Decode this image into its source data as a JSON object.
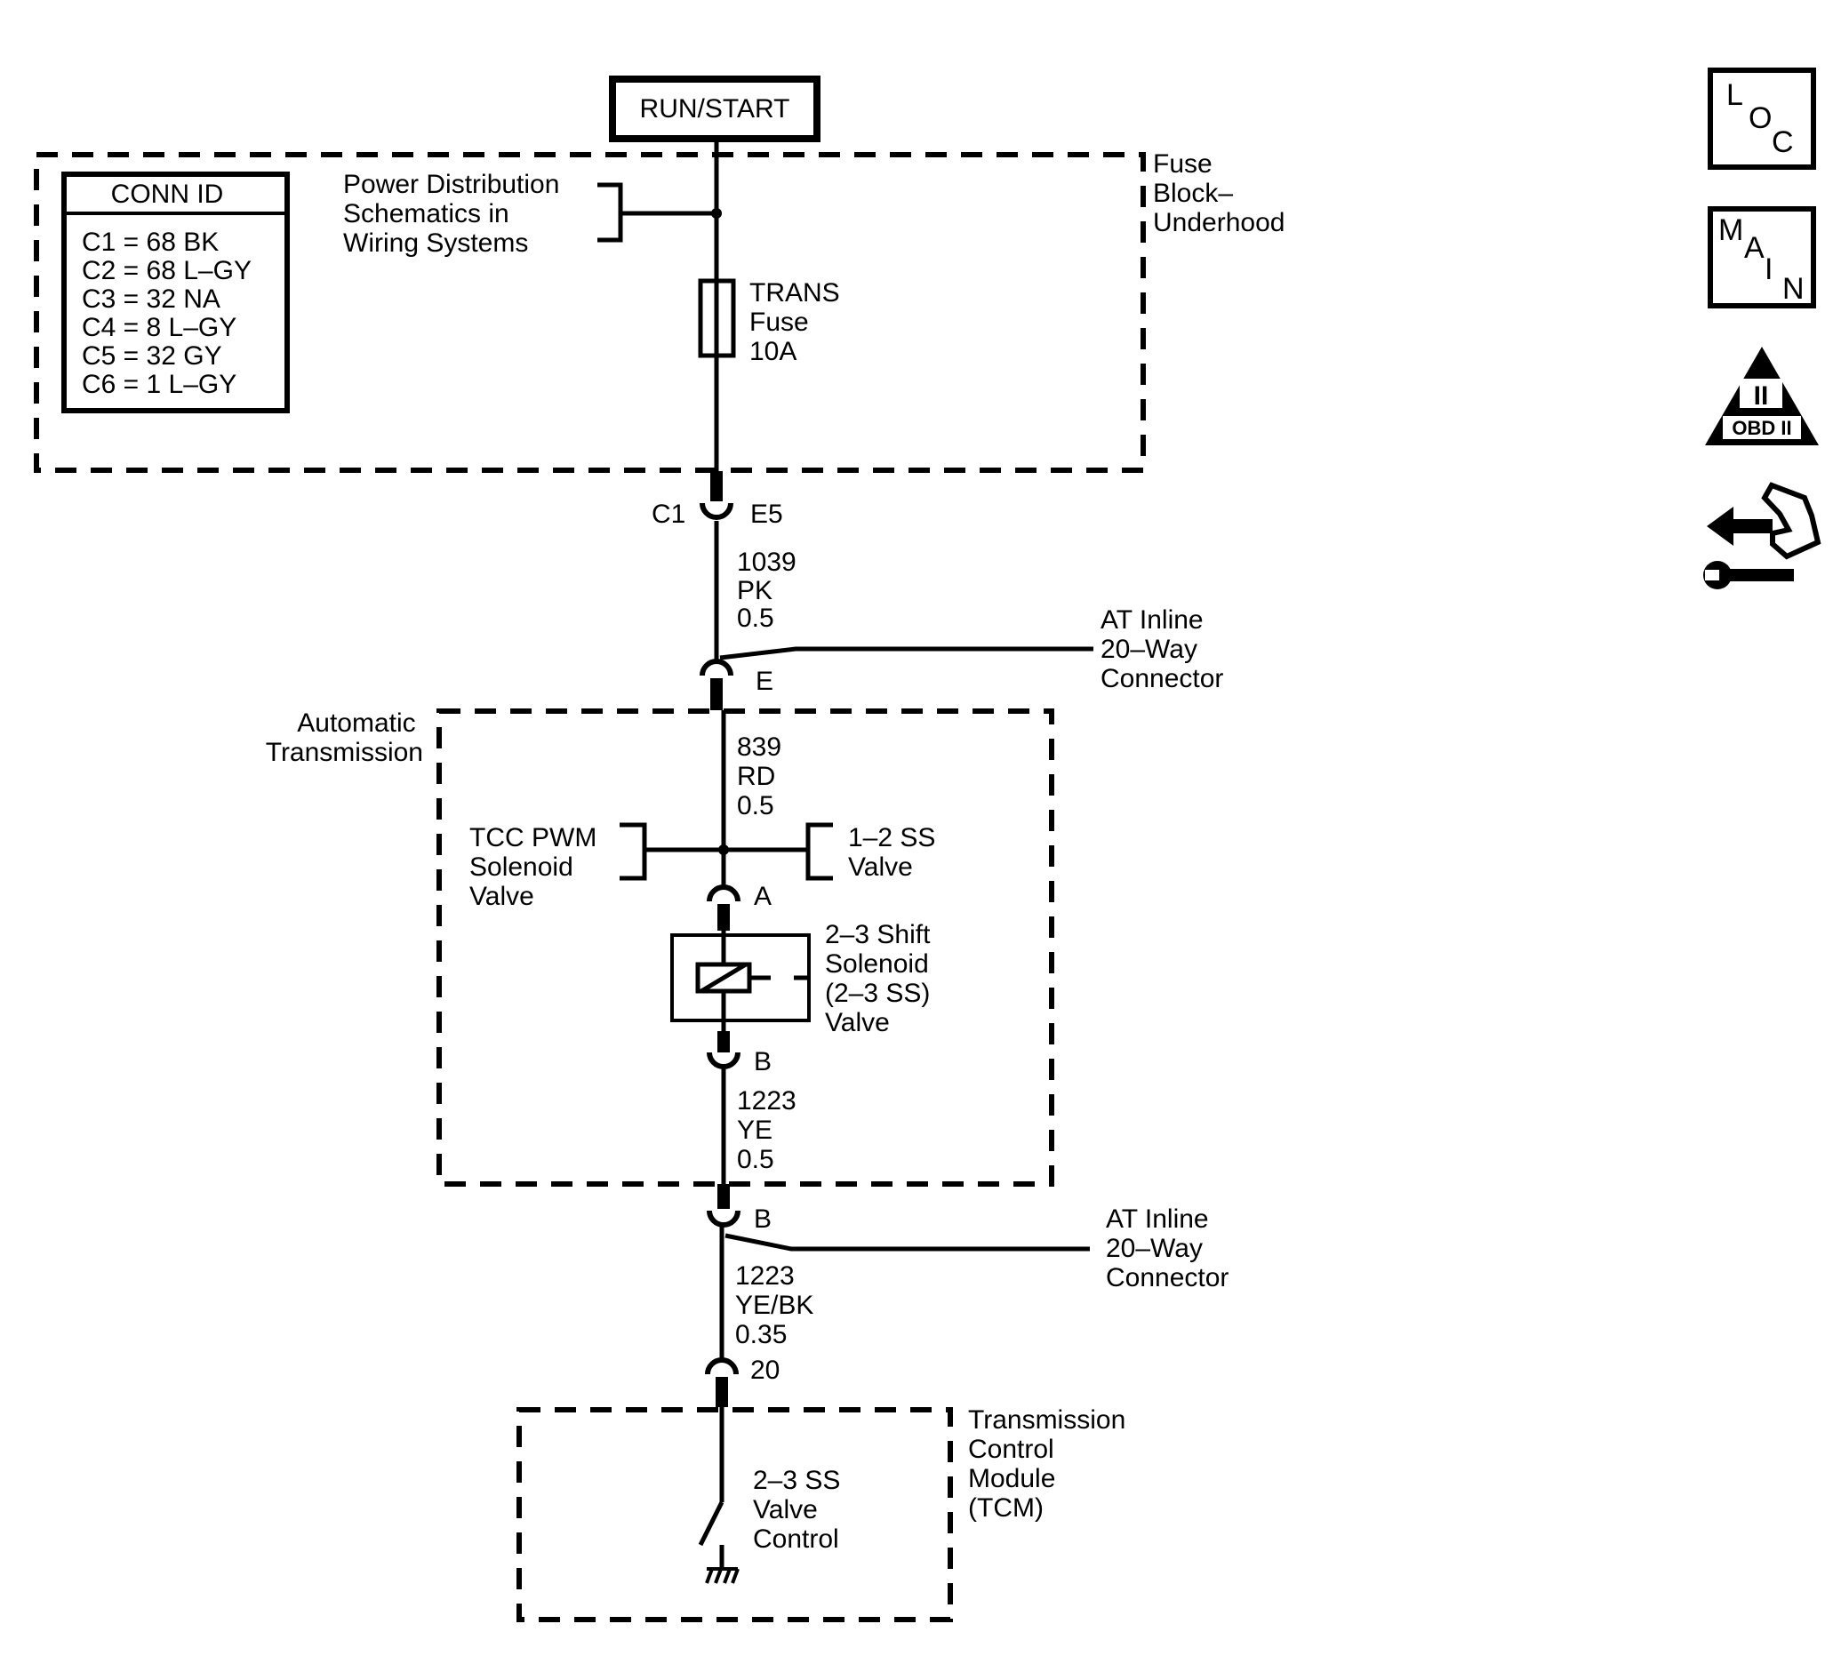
{
  "power_source": "RUN/START",
  "conn_id": {
    "title": "CONN ID",
    "rows": [
      "C1 = 68 BK",
      "C2 = 68 L–GY",
      "C3 = 32 NA",
      "C4 = 8 L–GY",
      "C5 = 32 GY",
      "C6 = 1 L–GY"
    ]
  },
  "power_distribution_ref": [
    "Power Distribution",
    "Schematics in",
    "Wiring Systems"
  ],
  "fuse_block": [
    "Fuse",
    "Block–",
    "Underhood"
  ],
  "fuse": [
    "TRANS",
    "Fuse",
    "10A"
  ],
  "connector_c1": {
    "left": "C1",
    "right": "E5"
  },
  "wire_1": [
    "1039",
    "PK",
    "0.5"
  ],
  "inline_connector_1": {
    "label": [
      "AT Inline",
      "20–Way",
      "Connector"
    ],
    "pin": "E"
  },
  "automatic_transmission": [
    "Automatic",
    "Transmission"
  ],
  "wire_2": [
    "839",
    "RD",
    "0.5"
  ],
  "tcc_pwm": [
    "TCC PWM",
    "Solenoid",
    "Valve"
  ],
  "ss_12": [
    "1–2 SS",
    "Valve"
  ],
  "pin_a": "A",
  "shift_solenoid": [
    "2–3 Shift",
    "Solenoid",
    "(2–3 SS)",
    "Valve"
  ],
  "pin_b": "B",
  "wire_3": [
    "1223",
    "YE",
    "0.5"
  ],
  "inline_connector_2": {
    "label": [
      "AT Inline",
      "20–Way",
      "Connector"
    ],
    "pin": "B"
  },
  "wire_4": [
    "1223",
    "YE/BK",
    "0.35"
  ],
  "tcm_pin": "20",
  "tcm": [
    "Transmission",
    "Control",
    "Module",
    "(TCM)"
  ],
  "valve_control": [
    "2–3 SS",
    "Valve",
    "Control"
  ],
  "side_icons": {
    "loc": [
      "L",
      "O",
      "C"
    ],
    "main": [
      "M",
      "A",
      "I",
      "N"
    ],
    "obd": {
      "numeral": "II",
      "label": "OBD II"
    },
    "service_icon": "arrows-wrench-icon"
  }
}
